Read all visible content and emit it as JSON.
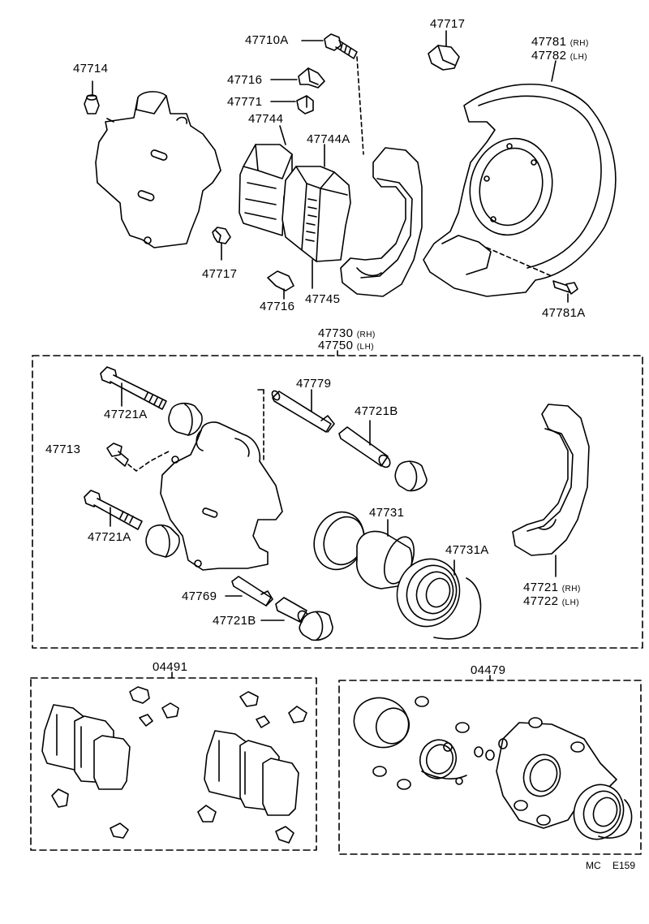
{
  "labels": {
    "p47717_top": "47717",
    "p47710A": "47710A",
    "p47781": "47781",
    "p47782": "47782",
    "rh": "(RH)",
    "lh": "(LH)",
    "p47714": "47714",
    "p47716_top": "47716",
    "p47771": "47771",
    "p47744": "47744",
    "p47744A": "47744A",
    "p47717_mid": "47717",
    "p47716_bot": "47716",
    "p47745": "47745",
    "p47781A": "47781A",
    "p47730": "47730",
    "p47750": "47750",
    "p47721A_top": "47721A",
    "p47779": "47779",
    "p47721B_top": "47721B",
    "p47713": "47713",
    "p47731": "47731",
    "p47721A_bot": "47721A",
    "p47731A": "47731A",
    "p47721": "47721",
    "p47722": "47722",
    "p47769": "47769",
    "p47721B_bot": "47721B",
    "kit_04491": "04491",
    "kit_04479": "04479",
    "code_mc": "MC",
    "code_e159": "E159"
  }
}
